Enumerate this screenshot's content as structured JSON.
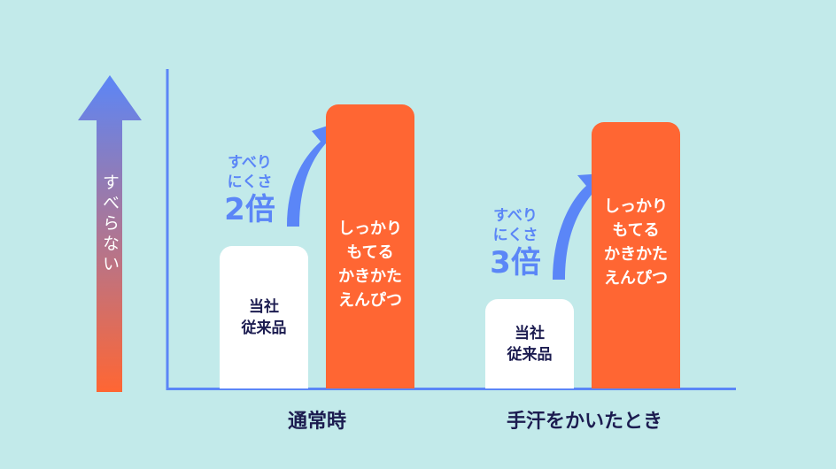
{
  "axis_label": "すべらない",
  "groups": [
    {
      "category": "通常時",
      "note_line1": "すべり",
      "note_line2": "にくさ",
      "multiplier": "2倍",
      "base_label": [
        "当社",
        "従来品"
      ],
      "product_label": [
        "しっかり",
        "もてる",
        "かきかた",
        "えんぴつ"
      ]
    },
    {
      "category": "手汗をかいたとき",
      "note_line1": "すべり",
      "note_line2": "にくさ",
      "multiplier": "3倍",
      "base_label": [
        "当社",
        "従来品"
      ],
      "product_label": [
        "しっかり",
        "もてる",
        "かきかた",
        "えんぴつ"
      ]
    }
  ],
  "colors": {
    "background": "#c2eaea",
    "accent_blue": "#5b86f7",
    "accent_orange": "#ff6633",
    "text_navy": "#1c1c50"
  }
}
